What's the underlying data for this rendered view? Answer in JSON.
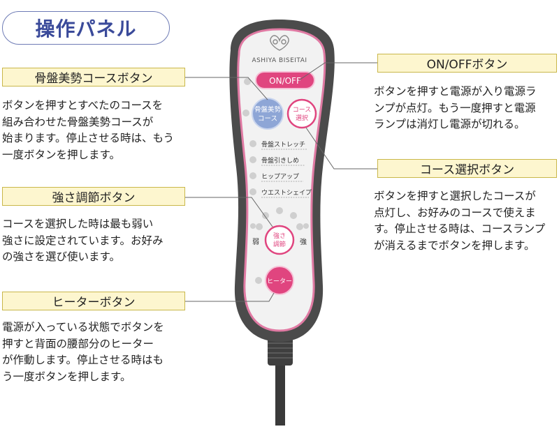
{
  "title": "操作パネル",
  "remote": {
    "brand": "ASHIYA BISEITAI",
    "buttons": {
      "onoff": "ON/OFF",
      "course_line1": "骨盤美勢",
      "course_line2": "コース",
      "select_line1": "コース",
      "select_line2": "選択",
      "strength_line1": "強さ",
      "strength_line2": "調節",
      "heater": "ヒーター"
    },
    "course_list": [
      "骨盤ストレッチ",
      "骨盤引きしめ",
      "ヒップアップ",
      "ウエストシェイプ"
    ],
    "weak_label": "弱",
    "strong_label": "強"
  },
  "sections": {
    "pelvic": {
      "label": "骨盤美勢コースボタン",
      "desc": [
        "ボタンを押すとすべたのコースを",
        "組み合わせた骨盤美勢コースが",
        "始まります。停止させる時は、もう",
        "一度ボタンを押します。"
      ]
    },
    "strength": {
      "label": "強さ調節ボタン",
      "desc": [
        "コースを選択した時は最も弱い",
        "強さに設定されています。お好み",
        "の強さを選び使います。"
      ]
    },
    "heater": {
      "label": "ヒーターボタン",
      "desc": [
        "電源が入っている状態でボタンを",
        "押すと背面の腰部分のヒーター",
        "が作動します。停止させる時はも",
        "う一度ボタンを押します。"
      ]
    },
    "onoff": {
      "label": "ON/OFFボタン",
      "desc": [
        "ボタンを押すと電源が入り電源ラ",
        "ンプが点灯。もう一度押すと電源",
        "ランプは消灯し電源が切れる。"
      ]
    },
    "select": {
      "label": "コース選択ボタン",
      "desc": [
        "ボタンを押すと選択したコースが",
        "点灯し、お好みのコースで使えま",
        "す。停止させる時は、コースランプ",
        "が消えるまでボタンを押します。"
      ]
    }
  },
  "colors": {
    "accent_pink": "#e0457f",
    "label_fill": "#fdf6cf",
    "remote_body": "#4a4a4a",
    "course_button": "#8ea6d6",
    "title_blue": "#3a4a9a"
  }
}
